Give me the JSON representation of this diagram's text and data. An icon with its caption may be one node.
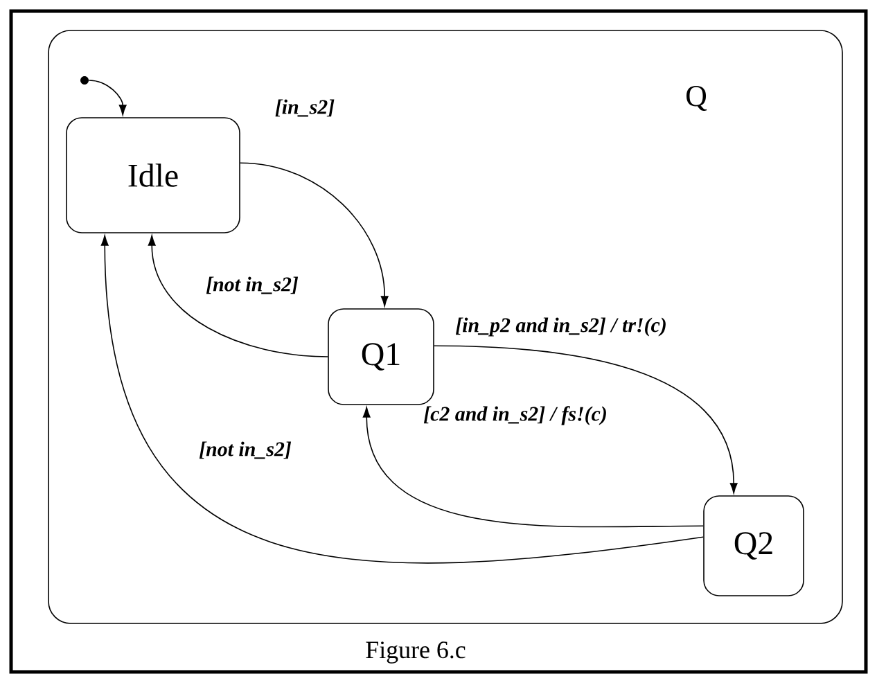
{
  "diagram": {
    "caption": "Figure 6.c",
    "nodes": [
      {
        "text": [
          "Q"
        ]
      },
      {
        "text": [
          "Idle"
        ],
        "in": 0
      },
      {
        "text": [
          "Q1"
        ],
        "in": 0
      },
      {
        "text": [
          "Q2"
        ],
        "in": 0
      },
      {
        "text": [],
        "shape": "circle",
        "in": 0
      }
    ],
    "edges": [
      {
        "from": 4,
        "to": 1,
        "arrow": "to"
      },
      {
        "from": 1,
        "to": 2,
        "arrow": "to",
        "label": "[in_s2]"
      },
      {
        "from": 2,
        "to": 1,
        "arrow": "to",
        "label": "[not in_s2]"
      },
      {
        "from": 2,
        "to": 3,
        "arrow": "to",
        "label": "[in_p2 and in_s2] / tr!(c)"
      },
      {
        "from": 3,
        "to": 2,
        "arrow": "to",
        "label": "[c2 and in_s2] / fs!(c)"
      },
      {
        "from": 3,
        "to": 1,
        "arrow": "to",
        "label": "[not in_s2]"
      }
    ]
  }
}
